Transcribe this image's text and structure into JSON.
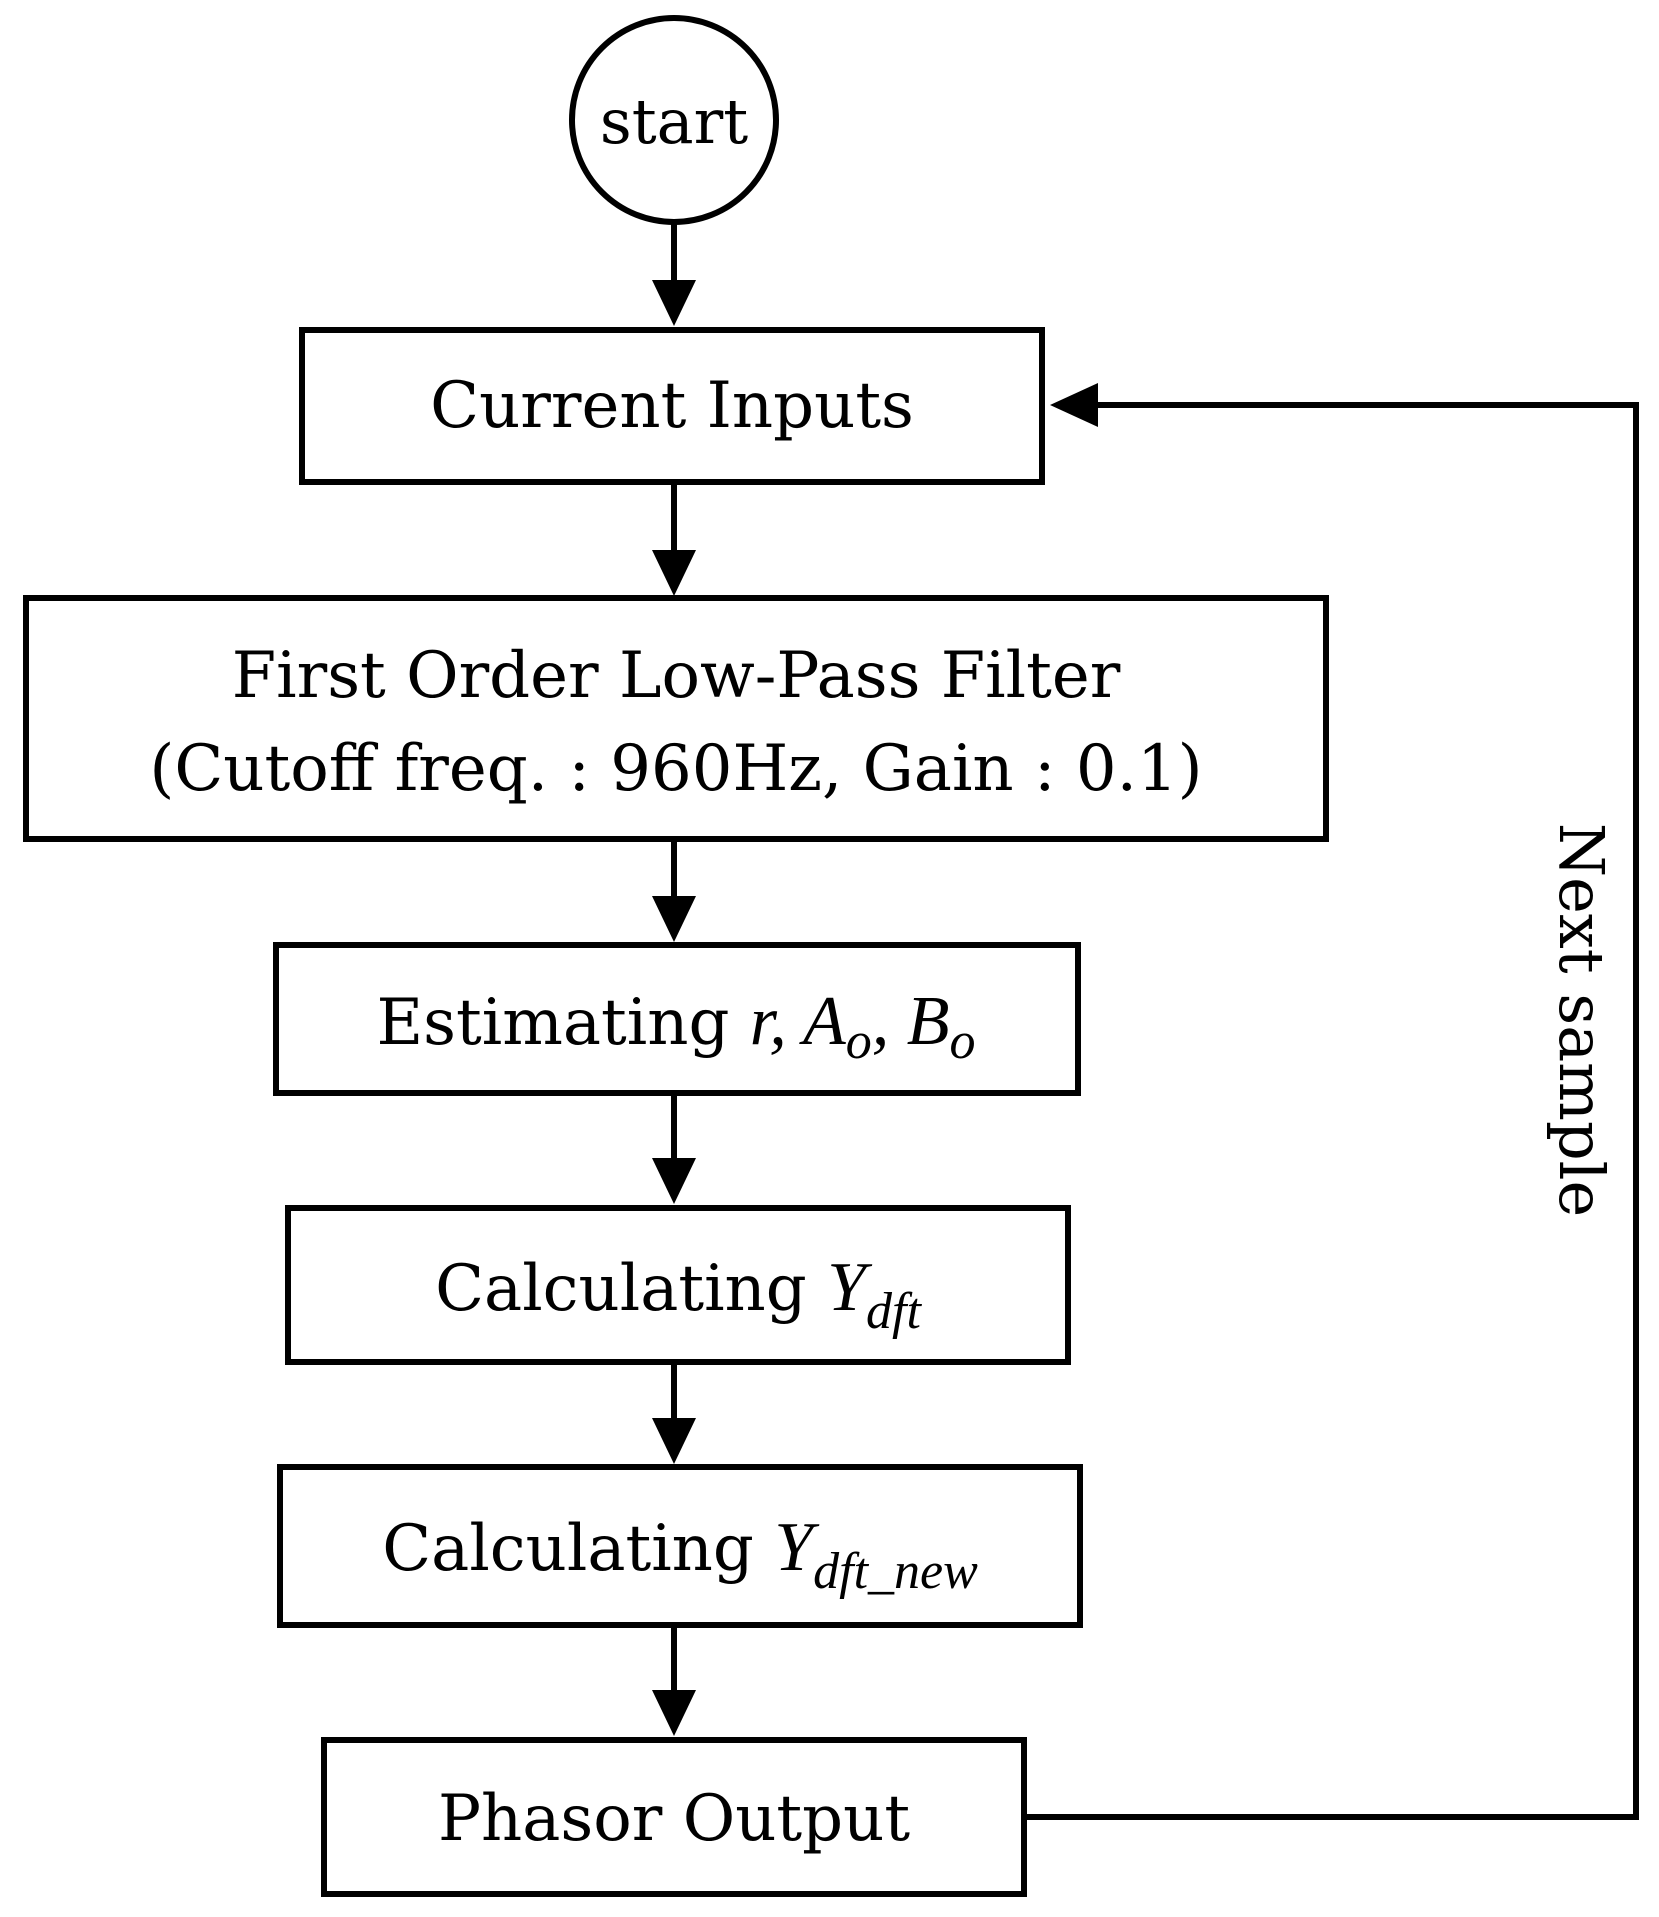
{
  "diagram": {
    "start": {
      "label": "start"
    },
    "nodes": {
      "current_inputs": {
        "label": "Current Inputs"
      },
      "low_pass_filter": {
        "line1": "First Order Low-Pass Filter",
        "line2": "(Cutoff freq. : 960Hz, Gain : 0.1)"
      },
      "estimating": {
        "prefix": "Estimating ",
        "var_r": "r",
        "sep1": ", ",
        "var_a": "A",
        "sub_a": "o",
        "sep2": ", ",
        "var_b": "B",
        "sub_b": "o"
      },
      "calc_ydft": {
        "prefix": "Calculating ",
        "var": "Y",
        "sub": "dft"
      },
      "calc_ydft_new": {
        "prefix": "Calculating ",
        "var": "Y",
        "sub": "dft_new"
      },
      "phasor_output": {
        "label": "Phasor Output"
      }
    },
    "feedback": {
      "label": "Next sample"
    }
  }
}
